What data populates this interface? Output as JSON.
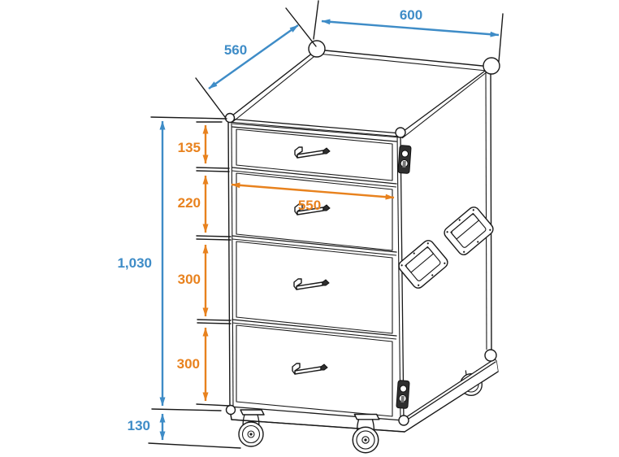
{
  "drawing": {
    "subject": "Flight case rack with four drawers on casters - dimensional drawing",
    "units_implied": "mm",
    "labels": {
      "top_width": "600",
      "top_depth": "560",
      "overall_height": "1,030",
      "caster_height": "130",
      "drawer_width": "550",
      "drawer_1_height": "135",
      "drawer_2_height": "220",
      "drawer_3_height": "300",
      "drawer_4_height": "300"
    }
  },
  "colors": {
    "dimension_blue": "#3e8cc7",
    "dimension_orange": "#e8821e",
    "drawing_line": "#1a1a1a",
    "background": "#ffffff"
  }
}
